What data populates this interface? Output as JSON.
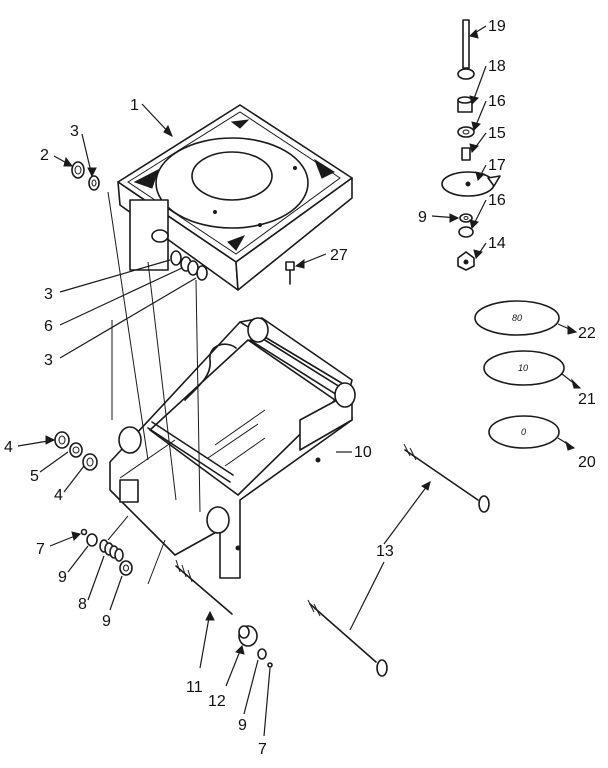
{
  "colors": {
    "ink": "#1a1a1a",
    "background": "#ffffff"
  },
  "callouts": [
    {
      "id": "c19",
      "text": "19"
    },
    {
      "id": "c18",
      "text": "18"
    },
    {
      "id": "c16a",
      "text": "16"
    },
    {
      "id": "c15",
      "text": "15"
    },
    {
      "id": "c17",
      "text": "17"
    },
    {
      "id": "c9a",
      "text": "9"
    },
    {
      "id": "c16b",
      "text": "16"
    },
    {
      "id": "c14",
      "text": "14"
    },
    {
      "id": "c1",
      "text": "1"
    },
    {
      "id": "c3a",
      "text": "3"
    },
    {
      "id": "c2",
      "text": "2"
    },
    {
      "id": "c27",
      "text": "27"
    },
    {
      "id": "c3b",
      "text": "3"
    },
    {
      "id": "c6",
      "text": "6"
    },
    {
      "id": "c3c",
      "text": "3"
    },
    {
      "id": "c22",
      "text": "22"
    },
    {
      "id": "c21",
      "text": "21"
    },
    {
      "id": "c20",
      "text": "20"
    },
    {
      "id": "c4a",
      "text": "4"
    },
    {
      "id": "c5",
      "text": "5"
    },
    {
      "id": "c4b",
      "text": "4"
    },
    {
      "id": "c10",
      "text": "10"
    },
    {
      "id": "c7a",
      "text": "7"
    },
    {
      "id": "c9b",
      "text": "9"
    },
    {
      "id": "c8",
      "text": "8"
    },
    {
      "id": "c9c",
      "text": "9"
    },
    {
      "id": "c13",
      "text": "13"
    },
    {
      "id": "c11",
      "text": "11"
    },
    {
      "id": "c12",
      "text": "12"
    },
    {
      "id": "c9d",
      "text": "9"
    },
    {
      "id": "c7b",
      "text": "7"
    }
  ],
  "plates": {
    "p22": "80",
    "p21": "10",
    "p20": "0"
  }
}
